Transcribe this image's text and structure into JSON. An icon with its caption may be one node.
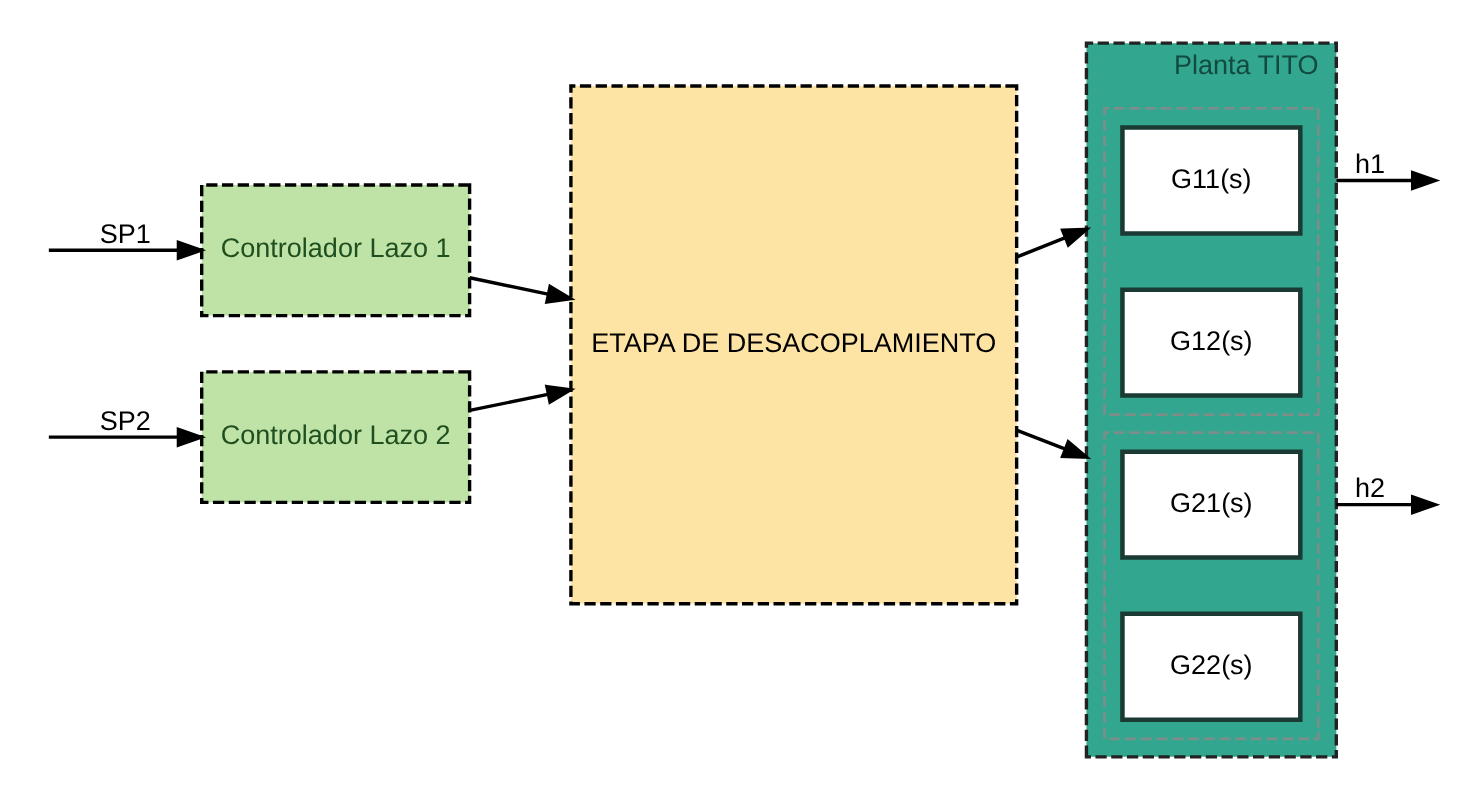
{
  "diagram": {
    "nodes": [
      {
        "text": [
          "Controlador Lazo 1"
        ]
      },
      {
        "text": [
          "Controlador Lazo 2"
        ]
      },
      {
        "text": [
          "ETAPA DE DESACOPLAMIENTO"
        ]
      },
      {
        "text": [
          "Planta TITO"
        ]
      },
      {
        "text": [],
        "shape": "box",
        "in": 3
      },
      {
        "text": [
          "G11(s)"
        ],
        "in": 4
      },
      {
        "text": [
          "G12(s)"
        ],
        "in": 4
      },
      {
        "text": [],
        "shape": "box",
        "in": 3
      },
      {
        "text": [
          "G21(s)"
        ],
        "in": 7
      },
      {
        "text": [
          "G22(s)"
        ],
        "in": 7
      }
    ],
    "edges": [
      {
        "from": null,
        "to": 0,
        "arrow": "to",
        "label": "SP1"
      },
      {
        "from": null,
        "to": 1,
        "arrow": "to",
        "label": "SP2"
      },
      {
        "from": 0,
        "to": 2,
        "arrow": "to"
      },
      {
        "from": 1,
        "to": 2,
        "arrow": "to"
      },
      {
        "from": 2,
        "to": 3,
        "arrow": "to"
      },
      {
        "from": 2,
        "to": 3,
        "arrow": "to"
      },
      {
        "from": 3,
        "to": null,
        "arrow": "to",
        "label": "h1"
      },
      {
        "from": 3,
        "to": null,
        "arrow": "to",
        "label": "h2"
      }
    ]
  }
}
